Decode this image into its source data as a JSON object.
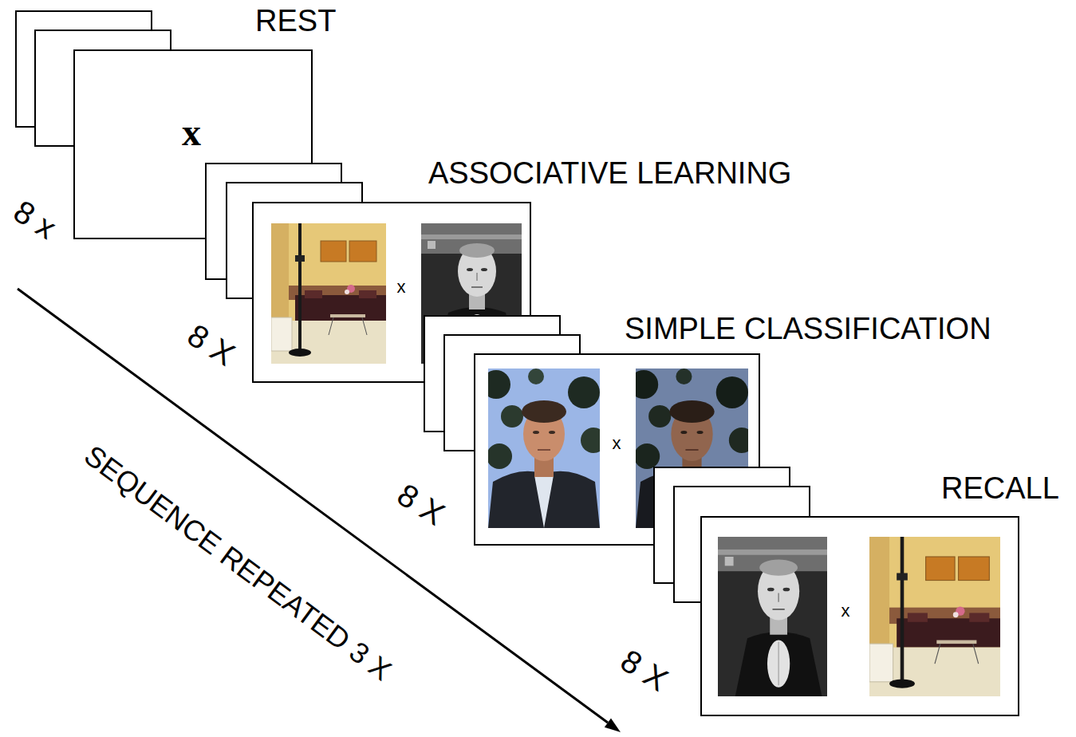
{
  "diagram": {
    "nodes": [
      {
        "text": [
          "REST",
          "x"
        ]
      },
      {
        "text": [
          "ASSOCIATIVE LEARNING",
          "x"
        ]
      },
      {
        "text": [
          "SIMPLE CLASSIFICATION",
          "x"
        ]
      },
      {
        "text": [
          "RECALL",
          "x"
        ]
      }
    ],
    "labels": [
      "8 x",
      "8 X",
      "8 X",
      "8 X",
      "SEQUENCE REPEATED 3 X"
    ]
  }
}
